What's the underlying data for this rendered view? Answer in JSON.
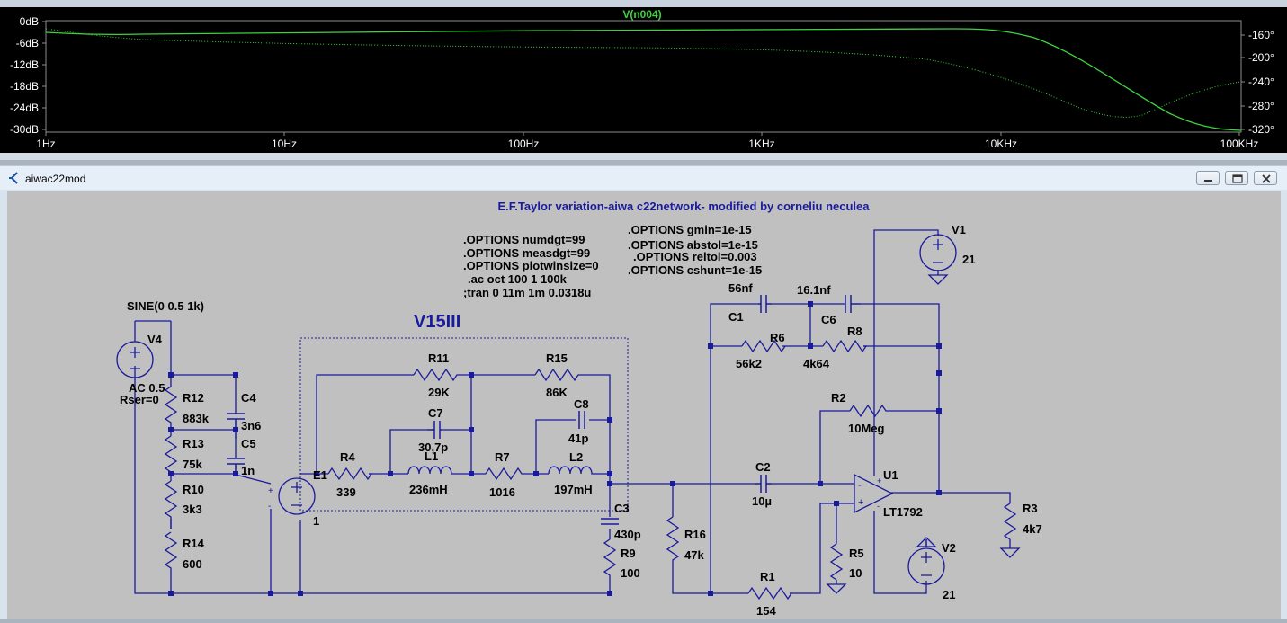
{
  "plot": {
    "trace_label": "V(n004)",
    "left_ticks": [
      "0dB",
      "-6dB",
      "-12dB",
      "-18dB",
      "-24dB",
      "-30dB"
    ],
    "right_ticks": [
      "-160°",
      "-200°",
      "-240°",
      "-280°",
      "-320°"
    ],
    "x_ticks": [
      "1Hz",
      "10Hz",
      "100Hz",
      "1KHz",
      "10KHz",
      "100KHz"
    ],
    "trace_color": "#3fd23f"
  },
  "schematic_window": {
    "title": "aiwac22mod"
  },
  "schematic": {
    "heading": "E.F.Taylor variation-aiwa c22network- modified by corneliu neculea",
    "subcircuit_label": "V15III",
    "directives_left": [
      ".OPTIONS numdgt=99",
      ".OPTIONS measdgt=99",
      ".OPTIONS plotwinsize=0",
      ".ac oct 100 1 100k",
      ";tran 0 11m 1m 0.0318u"
    ],
    "directives_right": [
      ".OPTIONS gmin=1e-15",
      ".OPTIONS abstol=1e-15",
      ".OPTIONS reltol=0.003",
      ".OPTIONS cshunt=1e-15"
    ],
    "source_v4": {
      "name": "V4",
      "value": "SINE(0 0.5 1k)",
      "ac": "AC 0.5",
      "rser": "Rser=0"
    },
    "components": {
      "r12": {
        "name": "R12",
        "value": "883k"
      },
      "r13": {
        "name": "R13",
        "value": "75k"
      },
      "r10": {
        "name": "R10",
        "value": "3k3"
      },
      "r14": {
        "name": "R14",
        "value": "600"
      },
      "c4": {
        "name": "C4",
        "value": "3n6"
      },
      "c5": {
        "name": "C5",
        "value": "1n"
      },
      "e1": {
        "name": "E1",
        "value": "1"
      },
      "r4": {
        "name": "R4",
        "value": "339"
      },
      "l1": {
        "name": "L1",
        "value": "236mH"
      },
      "c7": {
        "name": "C7",
        "value": "30,7p"
      },
      "r11": {
        "name": "R11",
        "value": "29K"
      },
      "r7": {
        "name": "R7",
        "value": "1016"
      },
      "l2": {
        "name": "L2",
        "value": "197mH"
      },
      "c8": {
        "name": "C8",
        "value": "41p"
      },
      "r15": {
        "name": "R15",
        "value": "86K"
      },
      "c3": {
        "name": "C3",
        "value": "430p"
      },
      "r9": {
        "name": "R9",
        "value": "100"
      },
      "r16": {
        "name": "R16",
        "value": "47k"
      },
      "c2": {
        "name": "C2",
        "value": "10µ"
      },
      "r1": {
        "name": "R1",
        "value": "154"
      },
      "r5": {
        "name": "R5",
        "value": "10"
      },
      "c1": {
        "name": "C1",
        "value": "56nf"
      },
      "r6": {
        "name": "R6",
        "value": "56k2"
      },
      "c6": {
        "name": "C6",
        "value": "16.1nf"
      },
      "r8": {
        "name": "R8",
        "value": "4k64"
      },
      "r2": {
        "name": "R2",
        "value": "10Meg"
      },
      "u1": {
        "name": "U1",
        "value": "LT1792"
      },
      "v1": {
        "name": "V1",
        "value": "21"
      },
      "v2": {
        "name": "V2",
        "value": "21"
      },
      "r3": {
        "name": "R3",
        "value": "4k7"
      }
    }
  }
}
